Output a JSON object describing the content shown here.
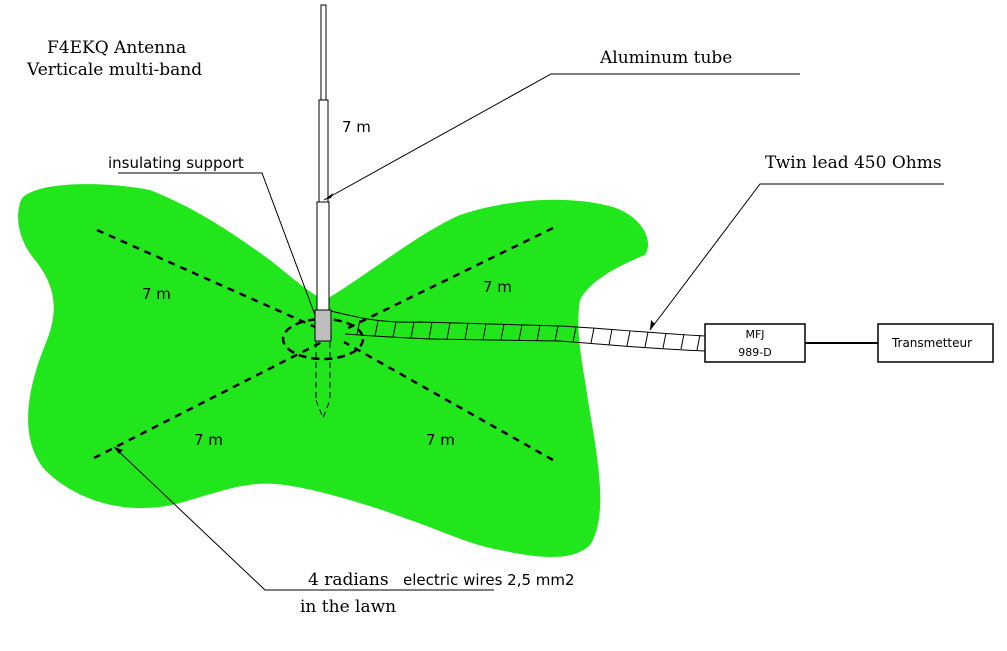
{
  "title": {
    "line1": "F4EKQ Antenna",
    "line2": "Verticale multi-band"
  },
  "labels": {
    "aluminum_tube": "Aluminum tube",
    "insulating_support": "insulating support",
    "twin_lead": "Twin lead 450 Ohms",
    "vertical_length": "7 m",
    "radial_length_top_left": "7 m",
    "radial_length_top_right": "7 m",
    "radial_length_bottom_left": "7 m",
    "radial_length_bottom_right": "7 m",
    "radials_line1_part1": "4 radians",
    "radials_line1_part2": "electric wires 2,5 mm2",
    "radials_line2": "in the lawn"
  },
  "tuner": {
    "line1": "MFJ",
    "line2": "989-D"
  },
  "transmitter": {
    "label": "Transmetteur"
  },
  "colors": {
    "lawn": "#22e61c",
    "ink": "#000000",
    "insulator": "#bdbdbd",
    "background": "#ffffff"
  }
}
